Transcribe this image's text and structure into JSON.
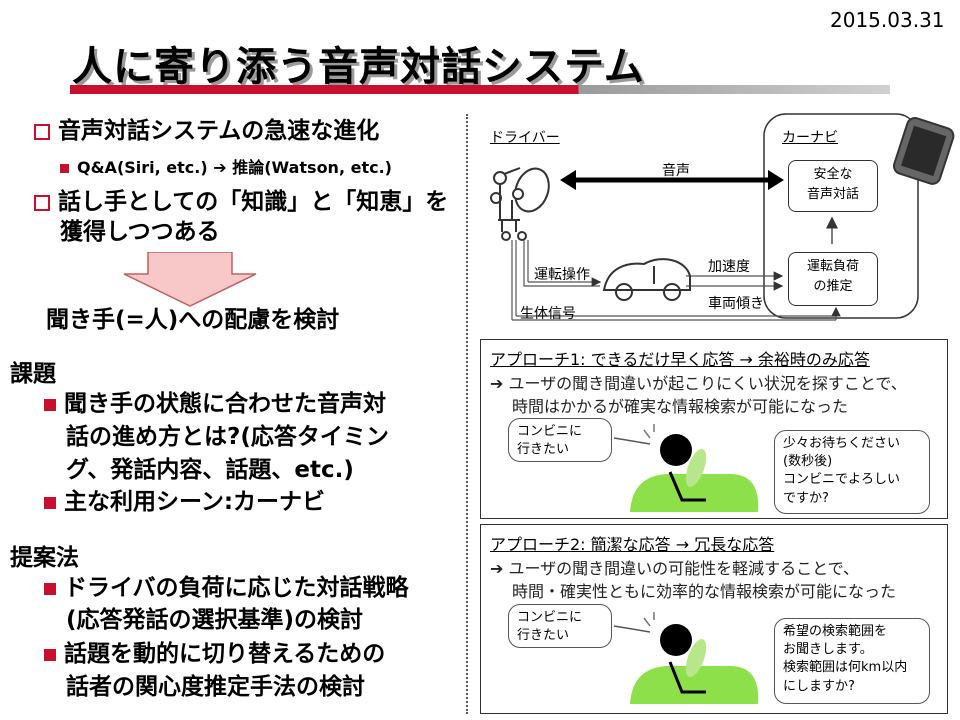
{
  "header": {
    "date": "2015.03.31",
    "title": "人に寄り添う音声対話システム"
  },
  "left": {
    "bullet1": "音声対話システムの急速な進化",
    "sub1": "Q&A(Siri, etc.) ➔ 推論(Watson, etc.)",
    "bullet2_l1": "話し手としての「知識」と「知恵」を",
    "bullet2_l2": "獲得しつつある",
    "arrow_text": "聞き手(=人)への配慮を検討",
    "issues": {
      "heading": "課題",
      "b1_l1": "聞き手の状態に合わせた音声対",
      "b1_l2": "話の進め方とは?(応答タイミン",
      "b1_l3": "グ、発話内容、話題、etc.)",
      "b2": "主な利用シーン:カーナビ"
    },
    "proposal": {
      "heading": "提案法",
      "b1_l1": "ドライバの負荷に応じた対話戦略",
      "b1_l2": "(応答発話の選択基準)の検討",
      "b2_l1": "話題を動的に切り替えるための",
      "b2_l2": "話者の関心度推定手法の検討"
    }
  },
  "diagram": {
    "driver_label": "ドライバー",
    "carnavi_label": "カーナビ",
    "voice_label": "音声",
    "safe_l1": "安全な",
    "safe_l2": "音声対話",
    "load_l1": "運転負荷",
    "load_l2": "の推定",
    "drive_op": "運転操作",
    "bio_signal": "生体信号",
    "accel": "加速度",
    "tilt": "車両傾き"
  },
  "approach1": {
    "title": "アプローチ1: できるだけ早く応答 → 余裕時のみ応答",
    "desc_l1": "ユーザの聞き間違いが起こりにくい状況を探すことで、",
    "desc_l2": "時間はかかるが確実な情報検索が可能になった",
    "user_l1": "コンビニに",
    "user_l2": "行きたい",
    "sys_l1": "少々お待ちください",
    "sys_l2": "(数秒後)",
    "sys_l3": "コンビニでよろしい",
    "sys_l4": "ですか?"
  },
  "approach2": {
    "title": "アプローチ2: 簡潔な応答 → 冗長な応答",
    "desc_l1": "ユーザの聞き間違いの可能性を軽減することで、",
    "desc_l2": "時間・確実性ともに効率的な情報検索が可能になった",
    "user_l1": "コンビニに",
    "user_l2": "行きたい",
    "sys_l1": "希望の検索範囲を",
    "sys_l2": "お聞きします。",
    "sys_l3": "検索範囲は何km以内",
    "sys_l4": "にしますか?"
  },
  "colors": {
    "accent": "#c8102e",
    "car": "#8ee04a",
    "arrow_fill": "#f8c8c8"
  }
}
